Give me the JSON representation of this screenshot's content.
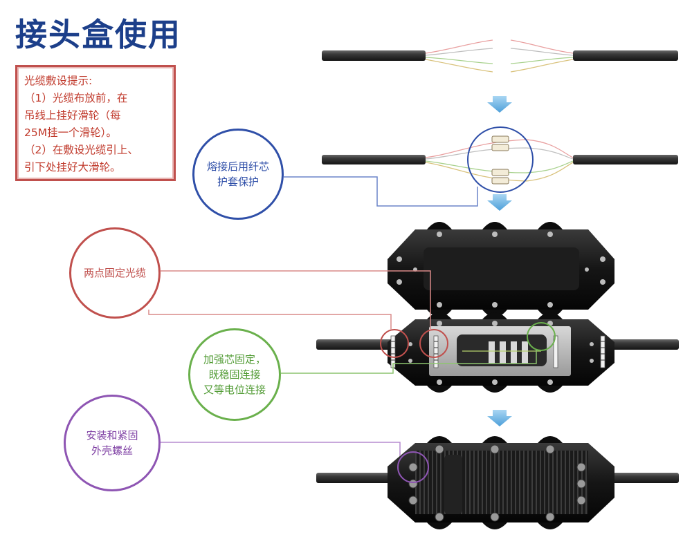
{
  "title": "接头盒使用",
  "tip": {
    "lines": [
      "光缆敷设提示:",
      "（1）光缆布放前，在",
      "吊线上挂好滑轮（每",
      "25M挂一个滑轮）。",
      "（2）在敷设光缆引上、",
      "引下处挂好大滑轮。"
    ]
  },
  "callouts": {
    "blue": [
      "熔接后用纤芯",
      "护套保护"
    ],
    "red": [
      "两点固定光缆"
    ],
    "green": [
      "加强芯固定，",
      "既稳固连接",
      "又等电位连接"
    ],
    "purple": [
      "安装和紧固",
      "外壳螺丝"
    ]
  },
  "colors": {
    "title": "#1c3f8a",
    "tip": "#c0504d",
    "blue": "#2f4fa8",
    "red": "#c0504d",
    "green": "#6ab04c",
    "purple": "#8e55b3",
    "arrow": "#6fb3e3"
  }
}
